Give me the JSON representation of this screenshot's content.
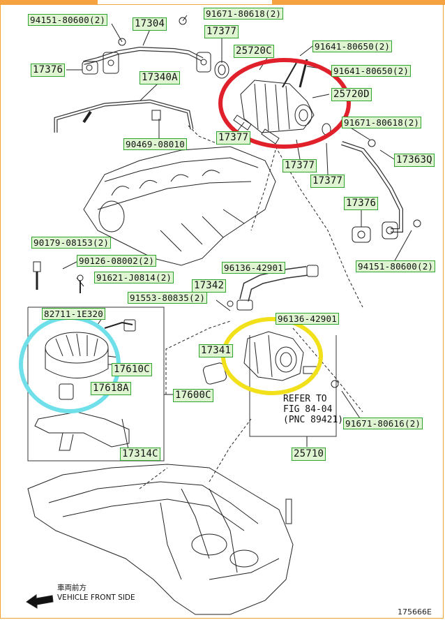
{
  "labels": {
    "l1": "94151-80600(2)",
    "l2": "17304",
    "l3": "91671-80618(2)",
    "l4": "17377",
    "l5": "25720C",
    "l6": "91641-80650(2)",
    "l7": "17376",
    "l8": "17340A",
    "l9": "91641-80650(2)",
    "l10": "25720D",
    "l11": "90469-08010",
    "l12": "17377",
    "l13": "91671-80618(2)",
    "l14": "17363Q",
    "l15": "17377",
    "l16": "17377",
    "l17": "17376",
    "l18": "90179-08153(2)",
    "l19": "90126-08002(2)",
    "l20": "94151-80600(2)",
    "l21": "96136-42901",
    "l22": "91621-J0814(2)",
    "l23": "17342",
    "l24": "91553-80835(2)",
    "l25": "82711-1E320",
    "l26": "96136-42901",
    "l27": "17341",
    "l28": "17610C",
    "l29": "17618A",
    "l30": "17600C",
    "l31": "91671-80616(2)",
    "l32": "17314C",
    "l33": "25710"
  },
  "refer": {
    "line1": "REFER TO",
    "line2": "FIG 84-04",
    "line3": "(PNC 89421)"
  },
  "front": {
    "cn": "車両前方",
    "en": "VEHICLE FRONT SIDE"
  },
  "figure_code": "175666E",
  "colors": {
    "red_circle": "#e0202a",
    "yellow_circle": "#f2e01a",
    "cyan_circle": "#6fe0ea",
    "label_bg": "#dff5d2",
    "label_border": "#2ea42e"
  }
}
